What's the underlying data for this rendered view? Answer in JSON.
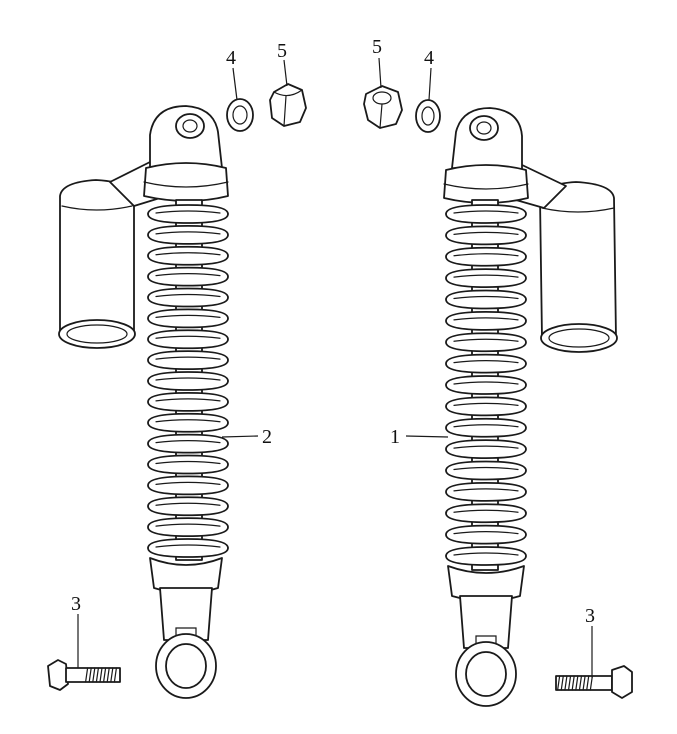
{
  "labels": {
    "left_shock": "2",
    "right_shock": "1",
    "bolt_left": "3",
    "bolt_right": "3",
    "washer_left": "4",
    "nut_left": "5",
    "nut_right": "5",
    "washer_right": "4"
  }
}
